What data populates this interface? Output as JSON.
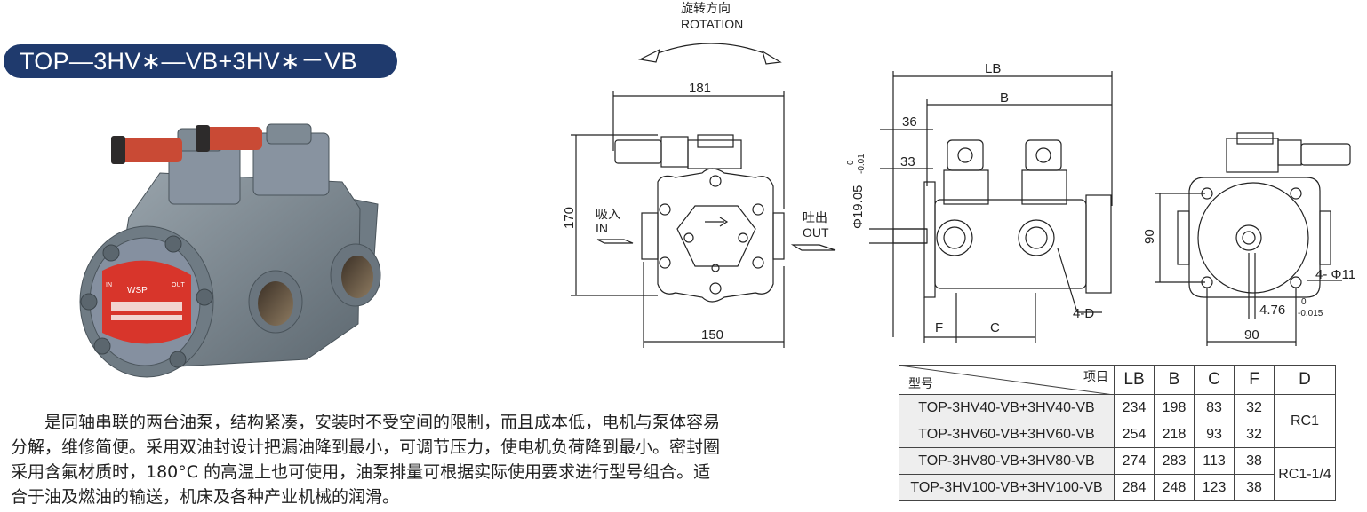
{
  "title": "TOP—3HV∗—VB+3HV∗－VB",
  "description": "是同轴串联的两台油泵，结构紧凑，安装时不受空间的限制，而且成本低，电机与泵体容易分解，维修简便。采用双油封设计把漏油降到最小，可调节压力，使电机负荷降到最小。密封圈采用含氟材质时，180°C 的高温上也可使用，油泵排量可根据实际使用要求进行型号组合。适合于油及燃油的输送，机床及各种产业机械的润滑。",
  "rotation": {
    "label_cn": "旋转方向",
    "label_en": "ROTATION"
  },
  "front_view": {
    "dim_top": "181",
    "dim_bottom": "150",
    "dim_left": "170",
    "inlet_cn": "吸入",
    "inlet_en": "IN",
    "outlet_cn": "吐出",
    "outlet_en": "OUT"
  },
  "side_view": {
    "dim_lb": "LB",
    "dim_b": "B",
    "dim_36": "36",
    "dim_33": "33",
    "shaft_dia": "Φ19.05",
    "shaft_tol_upper": "0",
    "shaft_tol_lower": "-0.01",
    "dim_f": "F",
    "dim_c": "C",
    "port_label": "4-D"
  },
  "end_view": {
    "dim_90_v": "90",
    "dim_90_h": "90",
    "holes": "4- Φ11",
    "key": "4.76",
    "key_tol_upper": "0",
    "key_tol_lower": "-0.015"
  },
  "spec_table": {
    "corner_top": "项目",
    "corner_bottom": "型号",
    "headers": [
      "LB",
      "B",
      "C",
      "F",
      "D"
    ],
    "rows": [
      {
        "model": "TOP-3HV40-VB+3HV40-VB",
        "lb": "234",
        "b": "198",
        "c": "83",
        "f": "32"
      },
      {
        "model": "TOP-3HV60-VB+3HV60-VB",
        "lb": "254",
        "b": "218",
        "c": "93",
        "f": "32"
      },
      {
        "model": "TOP-3HV80-VB+3HV80-VB",
        "lb": "274",
        "b": "283",
        "c": "113",
        "f": "38"
      },
      {
        "model": "TOP-3HV100-VB+3HV100-VB",
        "lb": "284",
        "b": "248",
        "c": "123",
        "f": "38"
      }
    ],
    "d_values": [
      "RC1",
      "RC1-1/4"
    ]
  },
  "pump_label": {
    "brand": "WSP",
    "in": "IN",
    "out": "OUT"
  },
  "colors": {
    "title_bg": "#1f3a6d",
    "pump_body": "#7d8992",
    "pump_shadow": "#5d6870",
    "label_red": "#d8352b"
  }
}
